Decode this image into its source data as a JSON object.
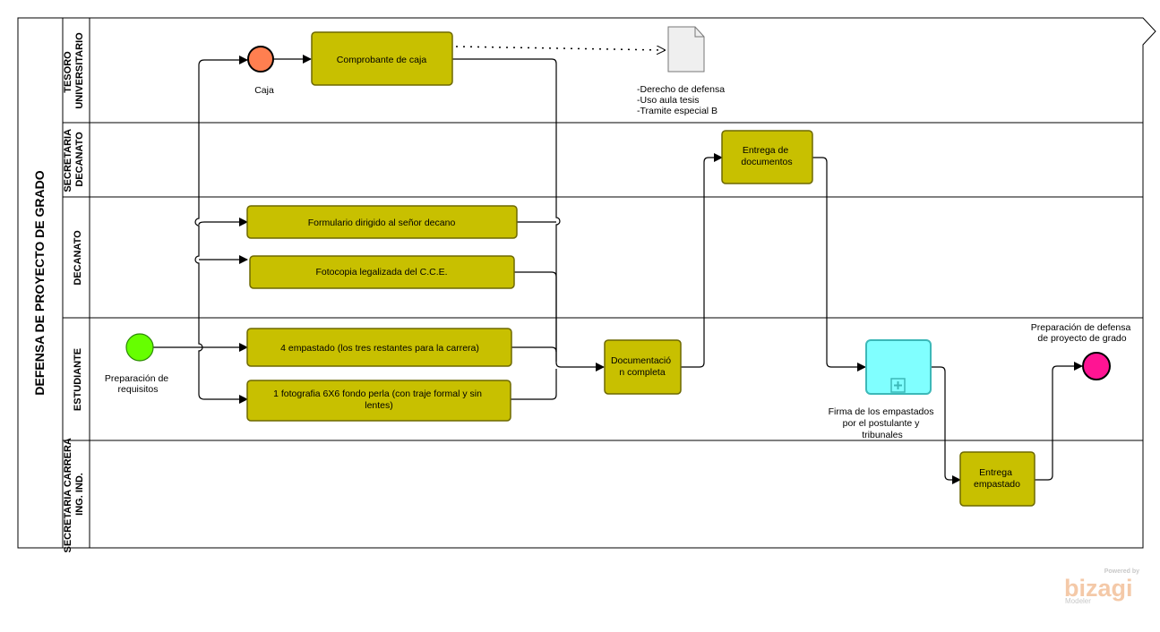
{
  "pool": {
    "title": "DEFENSA DE PROYECTO DE GRADO"
  },
  "lanes": [
    {
      "line1": "TESORO",
      "line2": "UNIVERSITARIO"
    },
    {
      "line1": "SECRETARIA",
      "line2": "DECANATO"
    },
    {
      "line1": "DECANATO",
      "line2": ""
    },
    {
      "line1": "ESTUDIANTE",
      "line2": ""
    },
    {
      "line1": "SECRETARIA CARRERA",
      "line2": "ING. IND."
    }
  ],
  "events": {
    "start": {
      "line1": "Preparación de",
      "line2": "requisitos",
      "color": "#66ff00"
    },
    "caja": {
      "label": "Caja",
      "color": "#ff7f50"
    },
    "end": {
      "line1": "Preparación de defensa",
      "line2": "de proyecto de grado",
      "color": "#ff1493"
    }
  },
  "tasks": {
    "comprobante": "Comprobante de caja",
    "formulario": "Formulario dirigido al señor decano",
    "fotocopia": "Fotocopia legalizada del C.C.E.",
    "empastado4": "4 empastado  (los tres restantes para la carrera)",
    "foto_line1": "1 fotografia 6X6 fondo perla (con traje formal y sin",
    "foto_line2": "lentes)",
    "doc_line1": "Documentació",
    "doc_line2": "n completa",
    "entrega_doc_line1": "Entrega de",
    "entrega_doc_line2": "documentos",
    "entrega_emp_line1": "Entrega",
    "entrega_emp_line2": "empastado"
  },
  "subprocess": {
    "line1": "Firma de los empastados",
    "line2": "por el postulante y",
    "line3": "tribunales",
    "color": "#80ffff"
  },
  "data_object": {
    "line1": "-Derecho de defensa",
    "line2": "-Uso aula tesis",
    "line3": "-Tramite especial B"
  },
  "watermark": {
    "powered": "Powered by",
    "brand": "bizagi",
    "product": "Modeler"
  },
  "colors": {
    "task_fill": "#c8c000",
    "task_stroke": "#6d6800",
    "subprocess_stroke": "#3cb8b8"
  }
}
